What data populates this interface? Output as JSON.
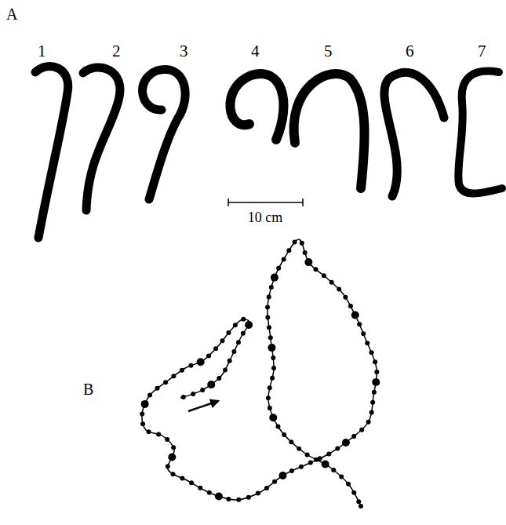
{
  "diagram": {
    "labels": [
      "A",
      "1",
      "2",
      "3",
      "4",
      "5",
      "6",
      "7",
      "10 cm",
      "B"
    ]
  }
}
